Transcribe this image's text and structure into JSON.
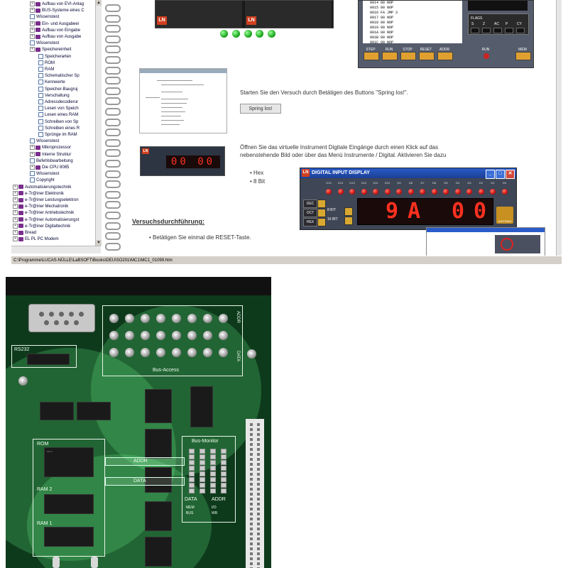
{
  "tree": {
    "items": [
      {
        "label": "Aufbau von EVI-Anlag",
        "depth": 2,
        "icon": "book"
      },
      {
        "label": "BUS-Systeme eines C",
        "depth": 2,
        "icon": "book"
      },
      {
        "label": "Wissenstest",
        "depth": 2,
        "icon": "page"
      },
      {
        "label": "Ein- und Ausgabeei",
        "depth": 2,
        "icon": "book"
      },
      {
        "label": "Aufbau von Eingabe",
        "depth": 2,
        "icon": "book"
      },
      {
        "label": "Aufbau von Ausgabe",
        "depth": 2,
        "icon": "book"
      },
      {
        "label": "Wissenstest",
        "depth": 2,
        "icon": "page"
      },
      {
        "label": "Speichereinheit",
        "depth": 2,
        "icon": "book"
      },
      {
        "label": "Speicherarten",
        "depth": 3,
        "icon": "page"
      },
      {
        "label": "ROM",
        "depth": 3,
        "icon": "page"
      },
      {
        "label": "RAM",
        "depth": 3,
        "icon": "page"
      },
      {
        "label": "Schematischer Sp",
        "depth": 3,
        "icon": "page"
      },
      {
        "label": "Kennwerte",
        "depth": 3,
        "icon": "page"
      },
      {
        "label": "Speicher-Baugruj",
        "depth": 3,
        "icon": "page"
      },
      {
        "label": "Verschaltung",
        "depth": 3,
        "icon": "page"
      },
      {
        "label": "Adressdecodierur",
        "depth": 3,
        "icon": "page"
      },
      {
        "label": "Lesen von Speich",
        "depth": 3,
        "icon": "page"
      },
      {
        "label": "Lesen eines RAM",
        "depth": 3,
        "icon": "page"
      },
      {
        "label": "Schreiben von Sp",
        "depth": 3,
        "icon": "page"
      },
      {
        "label": "Schreiben eines R",
        "depth": 3,
        "icon": "page"
      },
      {
        "label": "Sprünge im RAM",
        "depth": 3,
        "icon": "page"
      },
      {
        "label": "Wissenstest",
        "depth": 2,
        "icon": "page"
      },
      {
        "label": "Mikroprozessor",
        "depth": 2,
        "icon": "book"
      },
      {
        "label": "Interne Struktur",
        "depth": 2,
        "icon": "book"
      },
      {
        "label": "Befehlsbearbeitung",
        "depth": 2,
        "icon": "page"
      },
      {
        "label": "Die CPU 8085",
        "depth": 2,
        "icon": "book"
      },
      {
        "label": "Wissenstest",
        "depth": 2,
        "icon": "page"
      },
      {
        "label": "Copyright",
        "depth": 2,
        "icon": "page"
      },
      {
        "label": "Automatisierungstechnik",
        "depth": 0,
        "icon": "book"
      },
      {
        "label": "e-Tr@iner Elektronik",
        "depth": 0,
        "icon": "book"
      },
      {
        "label": "e-Tr@iner Leistungselektron",
        "depth": 0,
        "icon": "book"
      },
      {
        "label": "e-Tr@iner Mechatronik",
        "depth": 0,
        "icon": "book"
      },
      {
        "label": "e-Tr@iner Antriebstechnik",
        "depth": 0,
        "icon": "book"
      },
      {
        "label": "e-Tr@iner Automatisierungst",
        "depth": 0,
        "icon": "book"
      },
      {
        "label": "e-Tr@iner Digitaltechnik",
        "depth": 0,
        "icon": "book"
      },
      {
        "label": "Bread",
        "depth": 0,
        "icon": "book"
      },
      {
        "label": "EL PL PC Modem",
        "depth": 0,
        "icon": "book"
      }
    ]
  },
  "content": {
    "start_text": "Starten Sie den Versuch durch Betätigen des Buttons \"Spring los!\".",
    "spring_button": "Spring los!",
    "open_text_1": "Öffnen Sie das virtuelle Instrument Digitale Eingänge durch einen Klick auf das",
    "open_text_2": "nebenstehende Bild oder über das Menü Instrumente / Digital. Aktivieren Sie dazu",
    "bullets": [
      "Hex",
      "8 Bit"
    ],
    "section_title": "Versuchsdurchführung:",
    "step_text": "Betätigen Sie einmal die RESET-Taste."
  },
  "sim_panel": {
    "listing": [
      "0014   00         NOP",
      "0015   00         NOP",
      "0016   FA         JMP  3",
      "0017   00         NOP",
      "0018   00         NOP",
      "0019   00         NOP",
      "001A   00         NOP",
      "001B   00         NOP",
      "001C   00         NOP"
    ],
    "flags_title": "FLAGS",
    "flag_names": [
      "S",
      "Z",
      "AC",
      "P",
      "CY"
    ],
    "keys": [
      "STEP",
      "RUN",
      "STOP",
      "RESET",
      "ADDR"
    ],
    "extra_keys": [
      "RUN",
      "MEM"
    ]
  },
  "digital_display": {
    "title": "DIGITAL INPUT DISPLAY",
    "led_labels": [
      "D15",
      "D14",
      "D13",
      "D12",
      "D11",
      "D10",
      "D9",
      "D8",
      "D7",
      "D6",
      "D5",
      "D4",
      "D3",
      "D2",
      "D1",
      "D0"
    ],
    "modes": [
      "DEC",
      "OCT",
      "HEX"
    ],
    "bit_options": [
      "8 BIT",
      "16 BIT"
    ],
    "digits": [
      "",
      "9",
      "A",
      "",
      "0",
      "0"
    ],
    "brand": "UNITRAIN"
  },
  "status_bar": {
    "path": "C:\\Programme\\LUCAS-NÜLLE\\LaBSOFT\\Books\\DEU\\SO201\\MC1\\MC1_01099.htm"
  },
  "board": {
    "serial_label": "RS232",
    "bus_access_label": "Bus-Access",
    "addr_label": "ADDR",
    "data_label": "DATA",
    "bus_monitor_label": "Bus-Monitor",
    "rom_label": "ROM",
    "ram2_label": "RAM 2",
    "ram1_label": "RAM 1",
    "arrow_addr": "ADDR",
    "arrow_data": "DATA",
    "monitor_data": "DATA",
    "monitor_addr": "ADDR",
    "mem_label": "MEM",
    "io_label": "I/O",
    "bus_label": "BUS",
    "wr_label": "WR"
  }
}
